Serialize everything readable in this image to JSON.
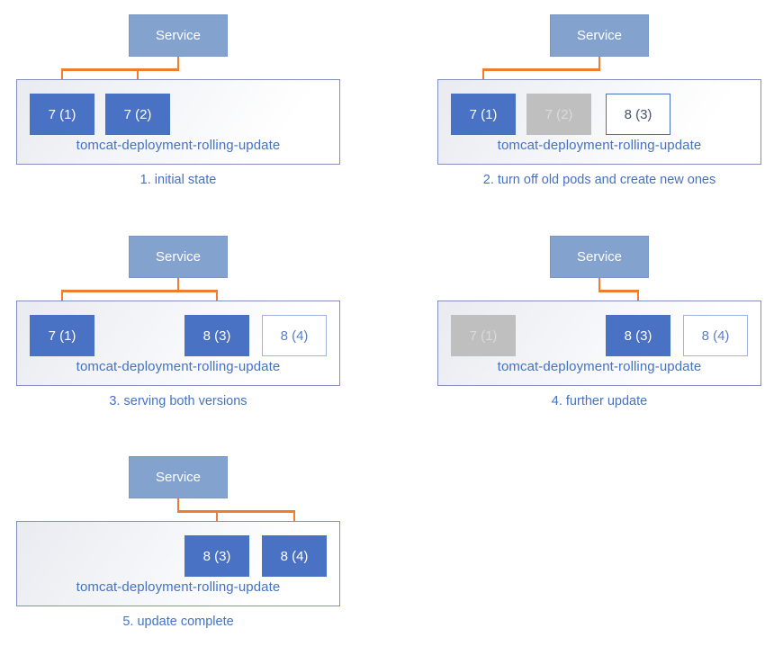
{
  "diagram_title": "tomcat deployment rolling update",
  "colors": {
    "service_fill": "#84a2ce",
    "service_border": "#7b97c4",
    "service_text": "#ffffff",
    "pod_active_fill": "#4a72c4",
    "pod_active_text": "#ffffff",
    "pod_stopped_fill": "#bfbfbf",
    "pod_stopped_text": "#dadada",
    "pod_new_border": "#4472c4",
    "pod_new_text": "#44546a",
    "pod_pending_border": "#9db4e0",
    "pod_pending_text": "#5b7dc7",
    "arrow": "#ed7d31",
    "box_border": "#8091bd",
    "box_fill_start": "#e9ebf1",
    "box_fill_end": "#ffffff",
    "label_text": "#4472c4",
    "caption_text": "#4472c4"
  },
  "panels": [
    {
      "caption": "1. initial state",
      "service_label": "Service",
      "deployment_label": "tomcat-deployment-rolling-update",
      "pods": [
        {
          "label": "7 (1)",
          "state": "active",
          "slot": 0
        },
        {
          "label": "7 (2)",
          "state": "active",
          "slot": 1
        }
      ],
      "service_routes_to_slots": [
        0,
        1
      ]
    },
    {
      "caption": "2. turn off old pods and create new ones",
      "service_label": "Service",
      "deployment_label": "tomcat-deployment-rolling-update",
      "pods": [
        {
          "label": "7 (1)",
          "state": "active",
          "slot": 0
        },
        {
          "label": "7 (2)",
          "state": "stopped",
          "slot": 1
        },
        {
          "label": "8 (3)",
          "state": "new",
          "slot": 2
        }
      ],
      "service_routes_to_slots": [
        0
      ]
    },
    {
      "caption": "3. serving both versions",
      "service_label": "Service",
      "deployment_label": "tomcat-deployment-rolling-update",
      "pods": [
        {
          "label": "7 (1)",
          "state": "active",
          "slot": 0
        },
        {
          "label": "8 (3)",
          "state": "active",
          "slot": 2
        },
        {
          "label": "8 (4)",
          "state": "pending",
          "slot": 3
        }
      ],
      "service_routes_to_slots": [
        0,
        2
      ]
    },
    {
      "caption": "4. further update",
      "service_label": "Service",
      "deployment_label": "tomcat-deployment-rolling-update",
      "pods": [
        {
          "label": "7 (1)",
          "state": "stopped",
          "slot": 0
        },
        {
          "label": "8 (3)",
          "state": "active",
          "slot": 2
        },
        {
          "label": "8 (4)",
          "state": "pending",
          "slot": 3
        }
      ],
      "service_routes_to_slots": [
        2
      ]
    },
    {
      "caption": "5. update complete",
      "service_label": "Service",
      "deployment_label": "tomcat-deployment-rolling-update",
      "pods": [
        {
          "label": "8 (3)",
          "state": "active",
          "slot": 2
        },
        {
          "label": "8 (4)",
          "state": "active",
          "slot": 3
        }
      ],
      "service_routes_to_slots": [
        2,
        3
      ]
    }
  ]
}
